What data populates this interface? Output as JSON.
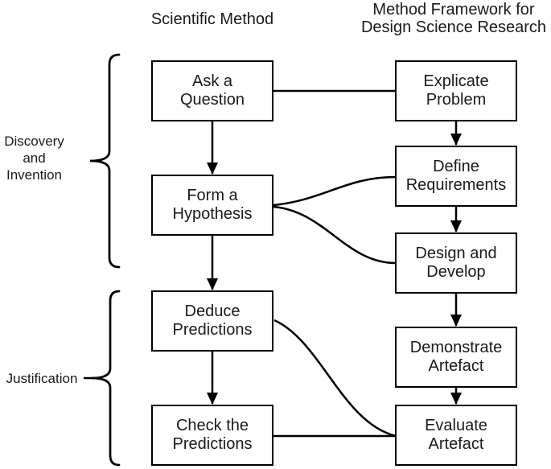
{
  "titles": {
    "left": "Scientific Method",
    "right": "Method Framework for\nDesign Science Research"
  },
  "phases": [
    {
      "label": "Discovery\nand\nInvention"
    },
    {
      "label": "Justification"
    }
  ],
  "scientific_method_steps": [
    {
      "label": "Ask a\nQuestion"
    },
    {
      "label": "Form a\nHypothesis"
    },
    {
      "label": "Deduce\nPredictions"
    },
    {
      "label": "Check the\nPredictions"
    }
  ],
  "design_science_steps": [
    {
      "label": "Explicate\nProblem"
    },
    {
      "label": "Define\nRequirements"
    },
    {
      "label": "Design and\nDevelop"
    },
    {
      "label": "Demonstrate\nArtefact"
    },
    {
      "label": "Evaluate\nArtefact"
    }
  ],
  "colors": {
    "stroke": "#000000",
    "text": "#1a1a1a",
    "background": "#ffffff"
  }
}
